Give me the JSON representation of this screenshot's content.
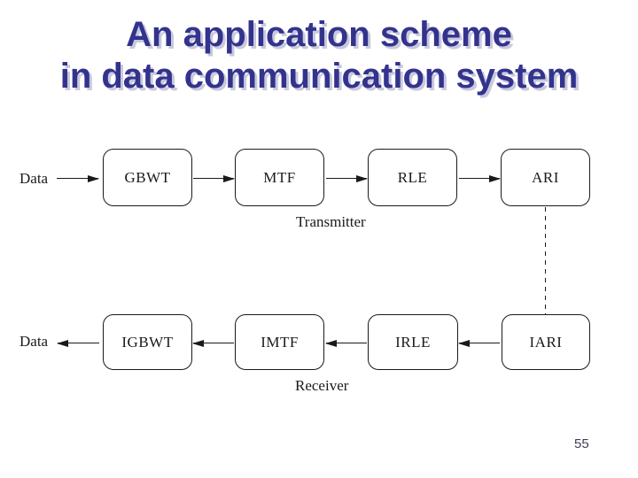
{
  "slide": {
    "title_line1": "An application scheme",
    "title_line2": "in data communication system",
    "title_color": "#33338e",
    "title_shadow_color": "#c9c9de",
    "page_number": "55"
  },
  "diagram": {
    "transmitter": {
      "input_label": "Data",
      "boxes": [
        "GBWT",
        "MTF",
        "RLE",
        "ARI"
      ],
      "section_label": "Transmitter"
    },
    "receiver": {
      "output_label": "Data",
      "boxes": [
        "IGBWT",
        "IMTF",
        "IRLE",
        "IARI"
      ],
      "section_label": "Receiver"
    },
    "link": {
      "style": "dashed",
      "from": "ARI",
      "to": "IARI"
    }
  }
}
